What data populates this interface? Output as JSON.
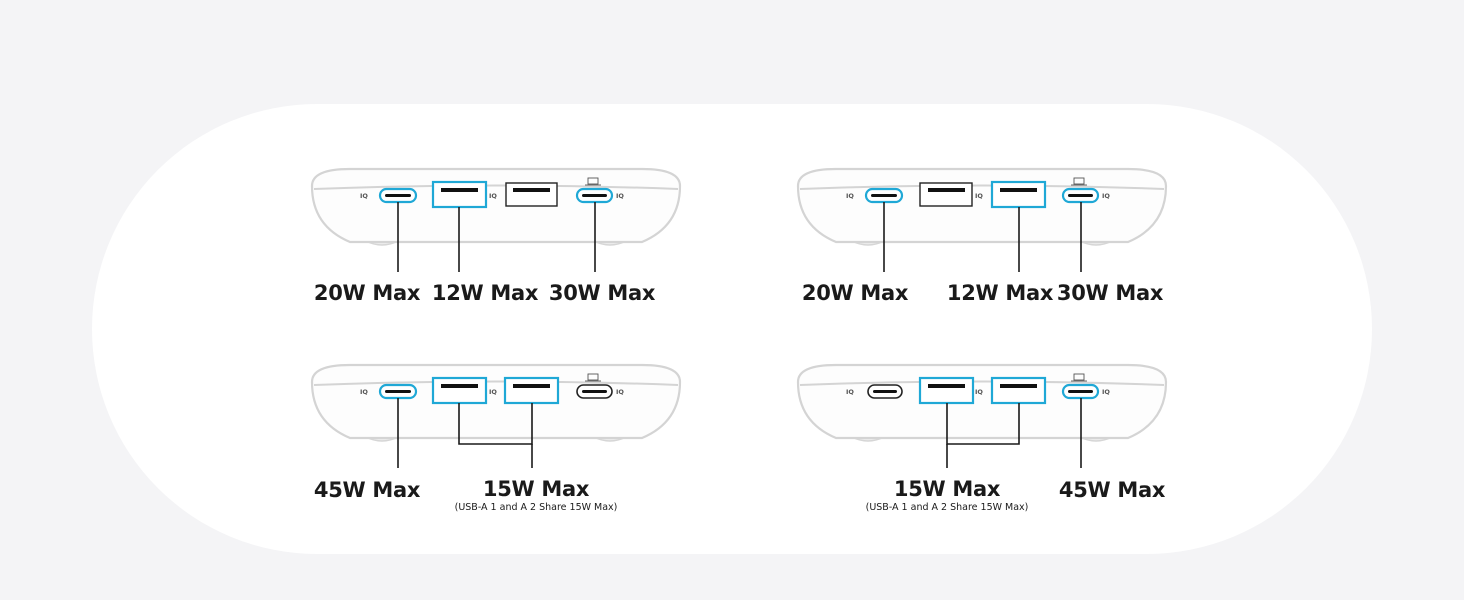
{
  "port_tag": "IQ",
  "panels": [
    {
      "id": "top-left",
      "labels": [
        "20W Max",
        "12W Max",
        "30W Max"
      ],
      "note": ""
    },
    {
      "id": "top-right",
      "labels": [
        "20W Max",
        "12W Max",
        "30W Max"
      ],
      "note": ""
    },
    {
      "id": "bottom-left",
      "labels": [
        "45W Max",
        "15W Max"
      ],
      "note": "(USB-A 1 and A 2 Share 15W Max)"
    },
    {
      "id": "bottom-right",
      "labels": [
        "15W Max",
        "45W Max"
      ],
      "note": "(USB-A 1 and A 2 Share 15W Max)"
    }
  ],
  "colors": {
    "background": "#f4f4f6",
    "highlight": "#1fa8d6",
    "text": "#1a1a1a"
  }
}
